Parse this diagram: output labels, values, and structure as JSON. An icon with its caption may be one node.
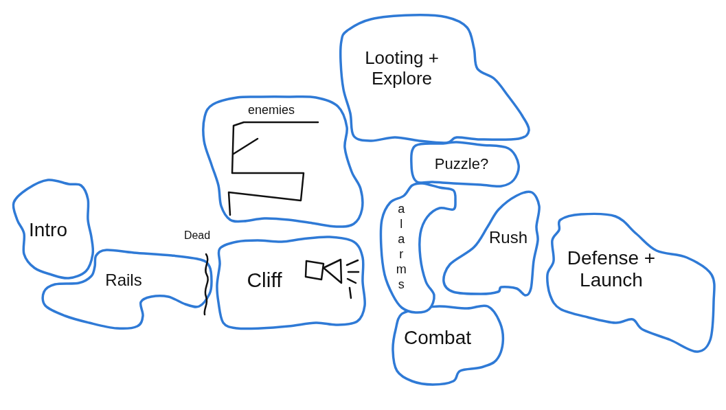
{
  "diagram": {
    "nodes": [
      {
        "text": [
          "Intro"
        ]
      },
      {
        "text": [
          "Rails"
        ]
      },
      {
        "text": [
          "enemies"
        ]
      },
      {
        "text": [
          "Cliff"
        ]
      },
      {
        "text": [
          "Looting + Explore"
        ]
      },
      {
        "text": [
          "Puzzle?"
        ]
      },
      {
        "text": [
          "alarms"
        ]
      },
      {
        "text": [
          "Combat"
        ]
      },
      {
        "text": [
          "Rush"
        ]
      },
      {
        "text": [
          "Defense + Launch"
        ]
      }
    ],
    "labels": [
      "Dead"
    ]
  }
}
